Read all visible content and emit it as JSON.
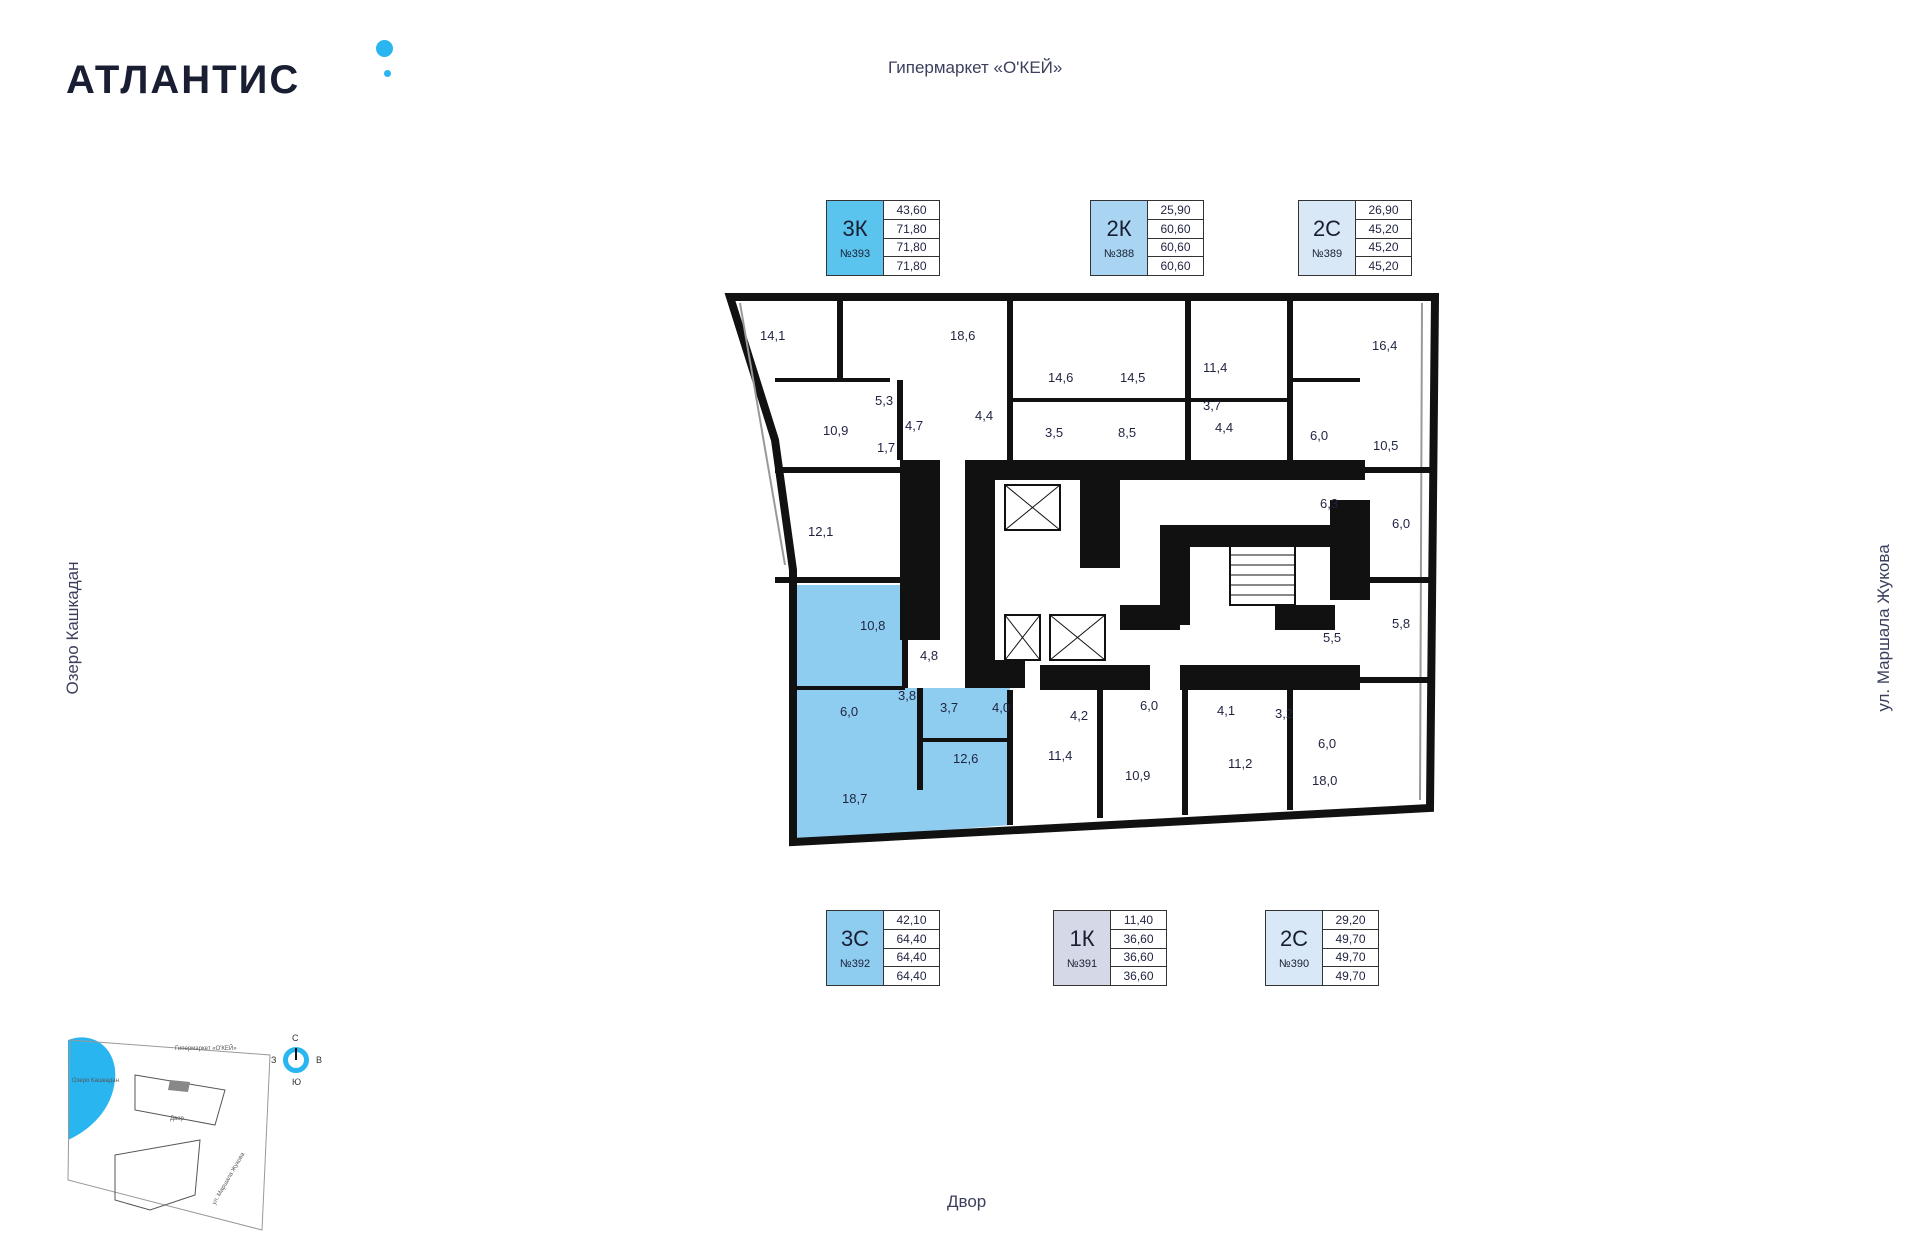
{
  "brand": {
    "name": "АТЛАНТИС",
    "accent": "#29b6f0"
  },
  "surroundings": {
    "north": "Гипермаркет «О'КЕЙ»",
    "south": "Двор",
    "west": "Озеро Кашкадан",
    "east": "ул. Маршала Жукова"
  },
  "apartments": [
    {
      "type": "3К",
      "number": "№393",
      "areas": [
        "43,60",
        "71,80",
        "71,80",
        "71,80"
      ],
      "color": "#5bc4ee"
    },
    {
      "type": "2К",
      "number": "№388",
      "areas": [
        "25,90",
        "60,60",
        "60,60",
        "60,60"
      ],
      "color": "#a9d5f2"
    },
    {
      "type": "2С",
      "number": "№389",
      "areas": [
        "26,90",
        "45,20",
        "45,20",
        "45,20"
      ],
      "color": "#d8e8f6"
    },
    {
      "type": "3С",
      "number": "№392",
      "areas": [
        "42,10",
        "64,40",
        "64,40",
        "64,40"
      ],
      "color": "#8fcdf0"
    },
    {
      "type": "1К",
      "number": "№391",
      "areas": [
        "11,40",
        "36,60",
        "36,60",
        "36,60"
      ],
      "color": "#d5d8e6"
    },
    {
      "type": "2С",
      "number": "№390",
      "areas": [
        "29,20",
        "49,70",
        "49,70",
        "49,70"
      ],
      "color": "#d8e8f6"
    }
  ],
  "rooms": [
    "14,1",
    "18,6",
    "14,6",
    "14,5",
    "11,4",
    "16,4",
    "5,3",
    "10,9",
    "4,7",
    "4,4",
    "1,7",
    "3,5",
    "8,5",
    "3,7",
    "4,4",
    "6,0",
    "10,5",
    "6,3",
    "6,0",
    "12,1",
    "10,8",
    "4,8",
    "5,8",
    "5,5",
    "6,0",
    "3,8",
    "3,7",
    "4,0",
    "4,2",
    "6,0",
    "4,1",
    "3,2",
    "18,7",
    "12,6",
    "11,4",
    "10,9",
    "11,2",
    "6,0",
    "18,0"
  ],
  "site_plan": {
    "lake": "Озеро Кашкадан",
    "north": "Гипермаркет «О'КЕЙ»",
    "yard": "Двор",
    "street": "ул. Маршала Жукова"
  },
  "compass": {
    "n": "С",
    "s": "Ю",
    "w": "З",
    "e": "В"
  }
}
